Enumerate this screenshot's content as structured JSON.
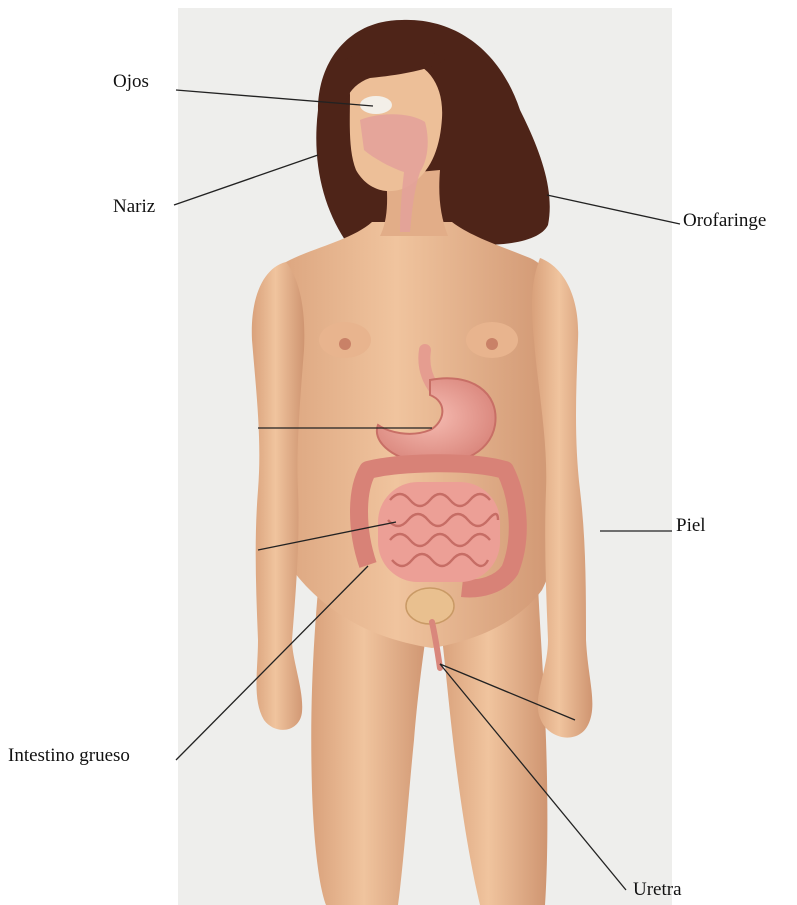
{
  "labels": {
    "ojos": "Ojos",
    "nariz": "Nariz",
    "orofaringe": "Orofaringe",
    "piel": "Piel",
    "intestino_grueso": "Intestino grueso",
    "uretra": "Uretra"
  },
  "colors": {
    "background": "#ffffff",
    "panel": "#eeeeec",
    "skin": "#ecbc94",
    "skin_shadow": "#d79e7a",
    "hair": "#4e2418",
    "organ": "#e69a8e",
    "organ_dark": "#c86f66",
    "leader_line": "#222222"
  }
}
